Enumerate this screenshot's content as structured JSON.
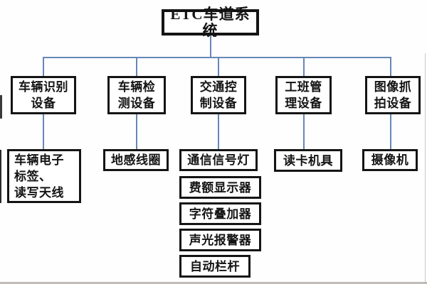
{
  "colors": {
    "background": "#fefefe",
    "box_border": "#141414",
    "text": "#141414",
    "connector_line": "#6787b5"
  },
  "tree": {
    "root": {
      "label": "ETC车道系统"
    },
    "branches": [
      {
        "label": "车辆识别\n设备",
        "children": [
          "车辆电子\n标签、\n读写天线"
        ]
      },
      {
        "label": "车辆检\n测设备",
        "children": [
          "地感线圈"
        ]
      },
      {
        "label": "交通控\n制设备",
        "children": [
          "通信信号灯",
          "费额显示器",
          "字符叠加器",
          "声光报警器",
          "自动栏杆"
        ]
      },
      {
        "label": "工班管\n理设备",
        "children": [
          "读卡机具"
        ]
      },
      {
        "label": "图像抓\n拍设备",
        "children": [
          "摄像机"
        ]
      }
    ]
  }
}
